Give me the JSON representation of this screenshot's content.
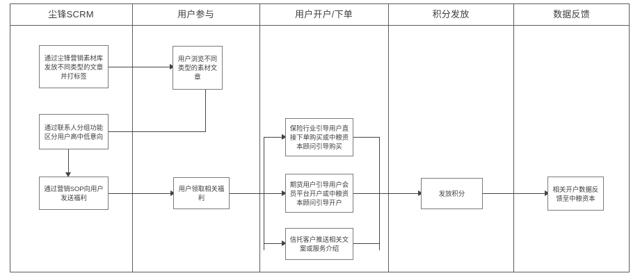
{
  "diagram": {
    "type": "swimlane-flowchart",
    "lanes": [
      {
        "id": "lane-scrm",
        "title": "尘锋SCRM"
      },
      {
        "id": "lane-engage",
        "title": "用户参与"
      },
      {
        "id": "lane-account",
        "title": "用户开户/下单"
      },
      {
        "id": "lane-points",
        "title": "积分发放"
      },
      {
        "id": "lane-feedback",
        "title": "数据反馈"
      }
    ],
    "nodes": [
      {
        "id": "n1",
        "lane": "lane-scrm",
        "text": "通过尘锋营销素材库发放不同类型的文章并打标签"
      },
      {
        "id": "n2",
        "lane": "lane-scrm",
        "text": "通过联系人分组功能区分用户高中低意向"
      },
      {
        "id": "n3",
        "lane": "lane-scrm",
        "text": "通过营销SOP向用户发送福利"
      },
      {
        "id": "n4",
        "lane": "lane-engage",
        "text": "用户浏览不同类型的素材文章"
      },
      {
        "id": "n5",
        "lane": "lane-engage",
        "text": "用户领取相关福利"
      },
      {
        "id": "n6",
        "lane": "lane-account",
        "text": "保险行业引导用户直接下单购买或中粮资本顾问引导购买"
      },
      {
        "id": "n7",
        "lane": "lane-account",
        "text": "期货用户引导用户会员平台开户或中粮资本顾问引导开户"
      },
      {
        "id": "n8",
        "lane": "lane-account",
        "text": "信托客户推送相关文案或服务介绍"
      },
      {
        "id": "n9",
        "lane": "lane-points",
        "text": "发放积分"
      },
      {
        "id": "n10",
        "lane": "lane-feedback",
        "text": "相关开户数据反馈至中粮资本"
      }
    ],
    "edges": [
      {
        "from": "n1",
        "to": "n4"
      },
      {
        "from": "n4",
        "to": "n2"
      },
      {
        "from": "n2",
        "to": "n3"
      },
      {
        "from": "n3",
        "to": "n5"
      },
      {
        "from": "n5",
        "to": "n6"
      },
      {
        "from": "n5",
        "to": "n7"
      },
      {
        "from": "n5",
        "to": "n8"
      },
      {
        "from": "n6",
        "to": "n9"
      },
      {
        "from": "n7",
        "to": "n9"
      },
      {
        "from": "n8",
        "to": "n9"
      },
      {
        "from": "n9",
        "to": "n10"
      }
    ],
    "style": {
      "frame_border": "#5a5a5a",
      "node_border": "#7a7a7a",
      "connector": "#444444",
      "background": "#ffffff",
      "text": "#3c3c3c"
    }
  }
}
